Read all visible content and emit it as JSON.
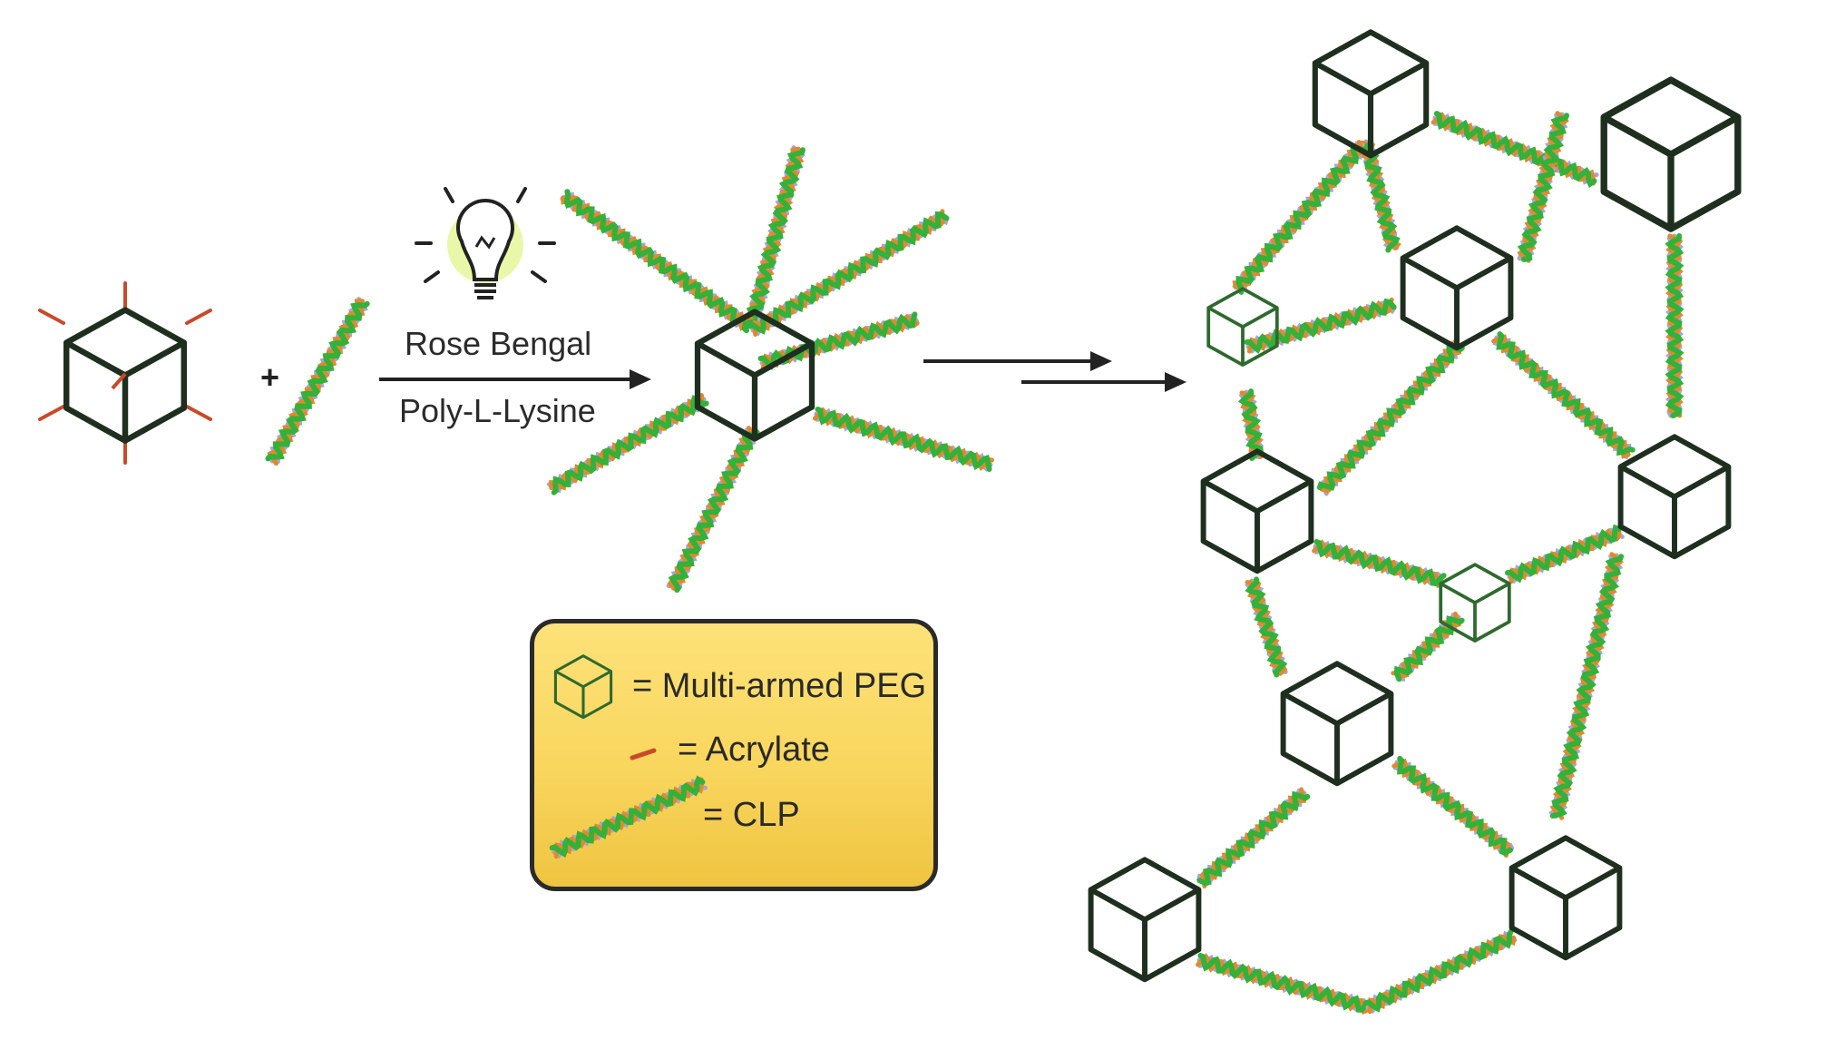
{
  "reaction": {
    "reagent_top": "Rose Bengal",
    "reagent_bottom": "Poly-L-Lysine",
    "plus_sign": "+"
  },
  "legend": {
    "items": [
      {
        "icon": "peg-cube-icon",
        "label": "= Multi-armed PEG"
      },
      {
        "icon": "acrylate-icon",
        "label": "= Acrylate"
      },
      {
        "icon": "clp-helix-icon",
        "label": "= CLP"
      }
    ]
  },
  "colors": {
    "cube_stroke": "#1f2f1f",
    "cube_stroke_green": "#2e6a2e",
    "acrylate": "#c84a2a",
    "clp_green": "#34b13a",
    "clp_orange": "#e08a2e",
    "clp_lavender": "#a9a4d6",
    "legend_fill": "#f9d65d",
    "bulb_glow": "#e9f8a8"
  }
}
